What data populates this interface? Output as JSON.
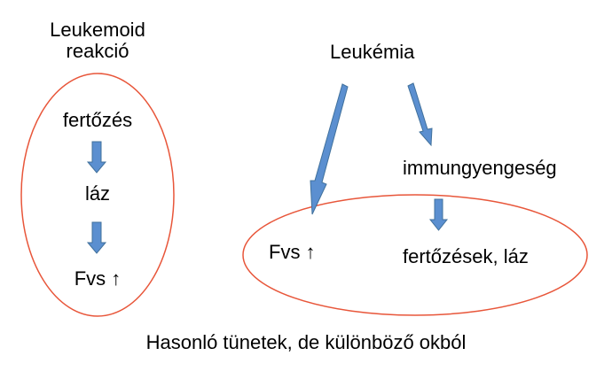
{
  "left_group": {
    "title_line1": "Leukemoid",
    "title_line2": "reakció",
    "steps": [
      "fertőzés",
      "láz",
      "Fvs ↑"
    ]
  },
  "right_group": {
    "title": "Leukémia",
    "branch": "immungyengeség",
    "outcome_left": "Fvs ↑",
    "outcome_right": "fertőzések, láz"
  },
  "caption": "Hasonló tünetek, de különböző okból",
  "colors": {
    "ellipse_stroke": "#e8563a",
    "arrow_fill": "#5b8fd0",
    "arrow_stroke": "#41719c",
    "text": "#000000"
  }
}
